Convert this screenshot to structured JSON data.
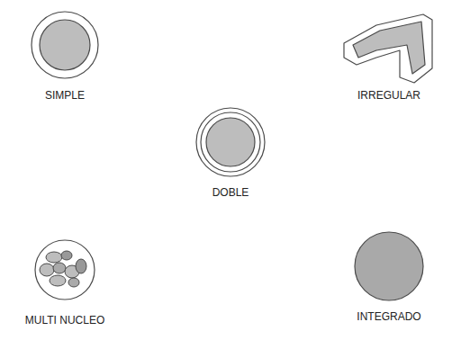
{
  "diagram": {
    "nodes": [
      {
        "text": [
          "SIMPLE"
        ]
      },
      {
        "text": [
          "IRREGULAR"
        ]
      },
      {
        "text": [
          "DOBLE"
        ]
      },
      {
        "text": [
          "MULTI NUCLEO"
        ]
      },
      {
        "text": [
          "INTEGRADO"
        ]
      }
    ]
  }
}
